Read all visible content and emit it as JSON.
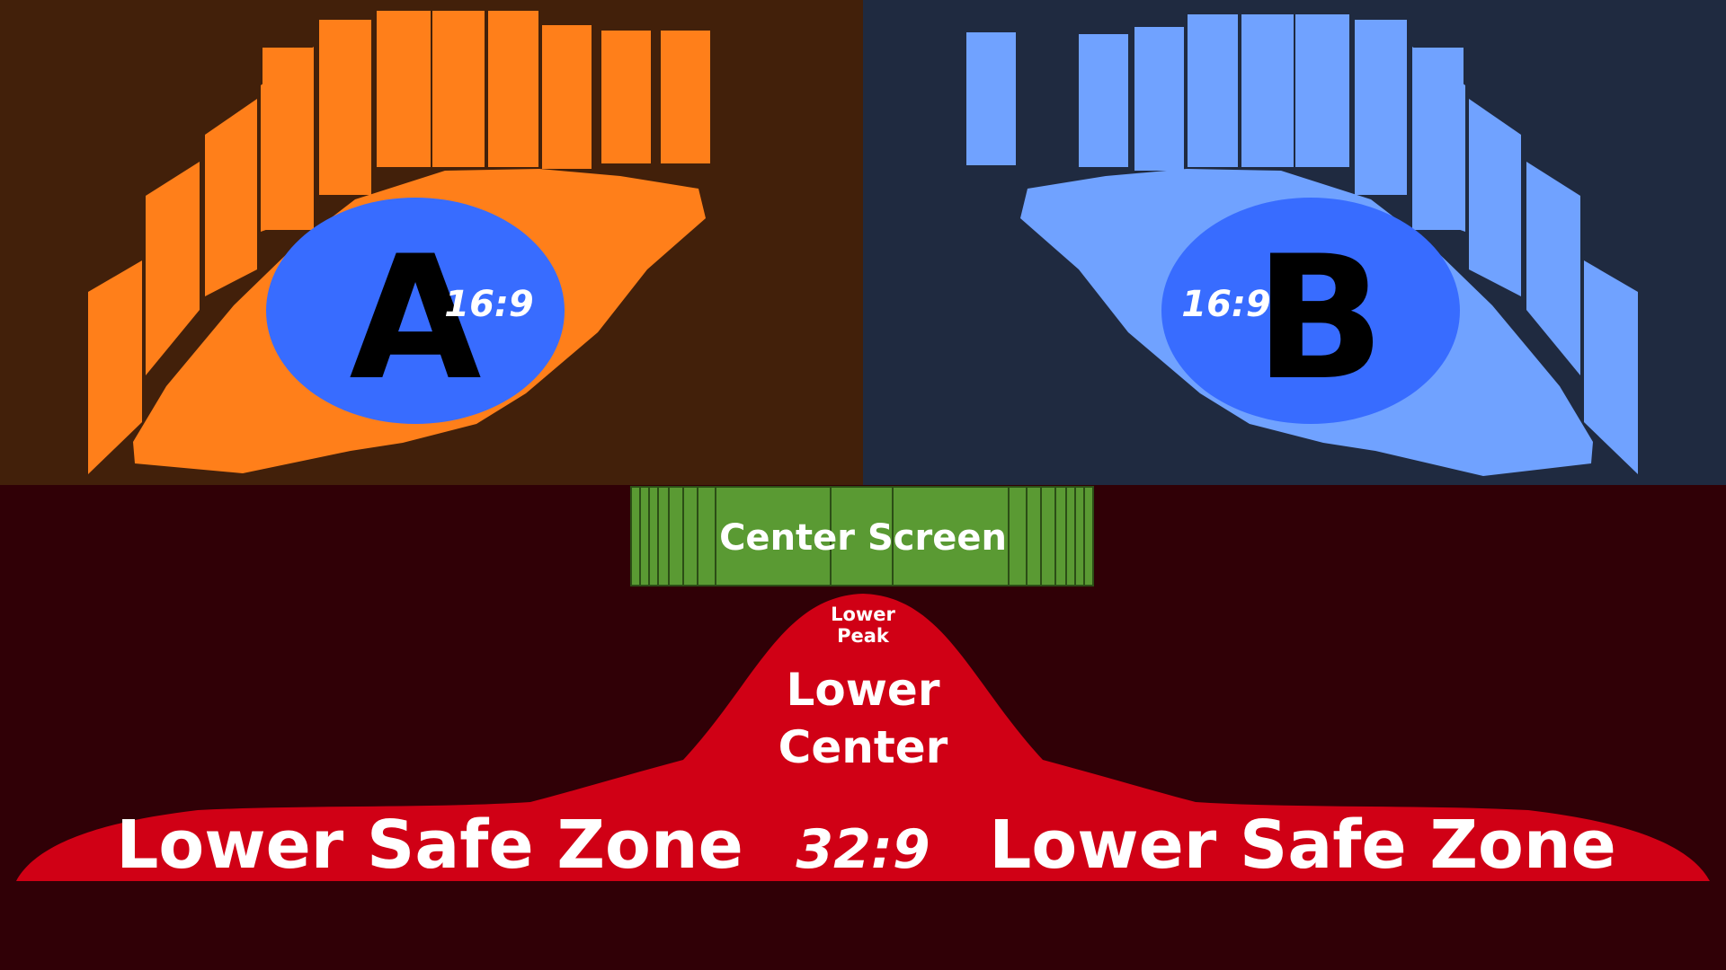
{
  "colors": {
    "panel_a_bg": "#42200a",
    "panel_b_bg": "#1f2a40",
    "lower_bg": "#300006",
    "orange": "#ff7f1a",
    "light_blue": "#70a2ff",
    "ellipse_blue": "#386cff",
    "center_green": "#5a9a33",
    "center_line": "#2c4e16",
    "lower_red": "#d00015",
    "text_white": "#ffffff",
    "text_black": "#000000"
  },
  "screen_a": {
    "letter": "A",
    "ratio": "16:9",
    "icon": "eye-shape-orange"
  },
  "screen_b": {
    "letter": "B",
    "ratio": "16:9",
    "icon": "eye-shape-blue"
  },
  "center_screen": {
    "label": "Center Screen"
  },
  "lower": {
    "peak_line1": "Lower",
    "peak_line2": "Peak",
    "center_line1": "Lower",
    "center_line2": "Center",
    "left_zone": "Lower Safe Zone",
    "ratio": "32:9",
    "right_zone": "Lower Safe Zone"
  }
}
